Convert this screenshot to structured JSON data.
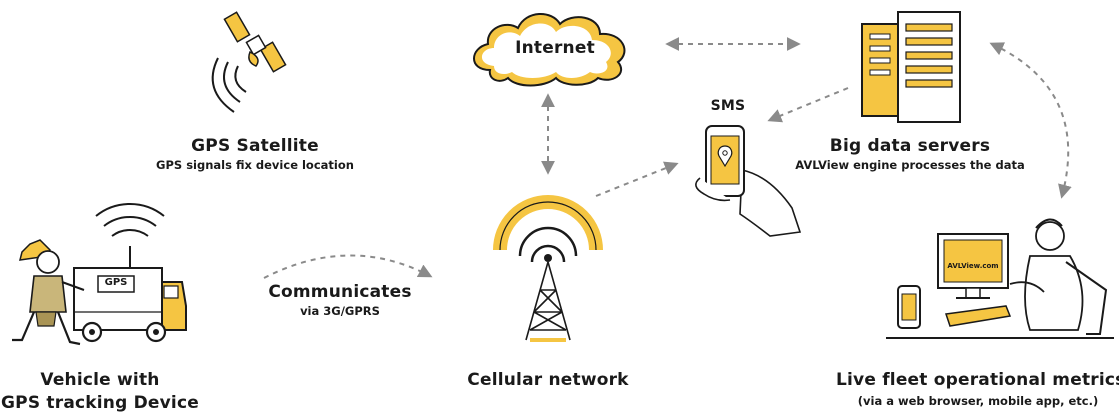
{
  "nodes": {
    "satellite": {
      "title": "GPS Satellite",
      "subtitle": "GPS signals fix device location"
    },
    "internet": {
      "title": "Internet"
    },
    "sms": {
      "title": "SMS"
    },
    "servers": {
      "title": "Big data servers",
      "subtitle": "AVLView engine processes the data"
    },
    "vehicle": {
      "title_line1": "Vehicle with",
      "title_line2": "GPS tracking Device",
      "box_label": "GPS"
    },
    "communicates": {
      "title": "Communicates",
      "subtitle": "via 3G/GPRS"
    },
    "cellular": {
      "title": "Cellular network"
    },
    "fleet": {
      "title": "Live fleet operational metrics",
      "subtitle": "(via a web browser, mobile app, etc.)",
      "screen_label": "AVLView.com"
    }
  },
  "colors": {
    "accent": "#f5c542",
    "ink": "#1a1a1a",
    "arrow": "#8a8a8a"
  }
}
